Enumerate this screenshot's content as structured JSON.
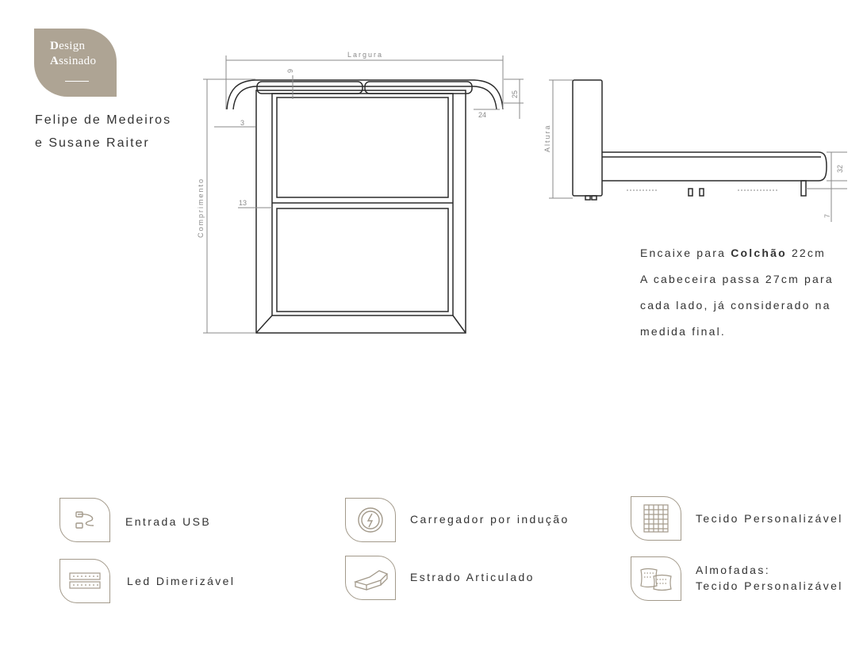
{
  "brand": {
    "line1_initial": "D",
    "line1_rest": "esign",
    "line2_initial": "A",
    "line2_rest": "ssinado"
  },
  "designers": [
    "Felipe de Medeiros",
    "e Susane Raiter"
  ],
  "drawing": {
    "labels": {
      "largura": "Largura",
      "comprimento": "Comprimento",
      "altura": "Altura"
    },
    "dimensions": {
      "d9": "9",
      "d25": "25",
      "d3": "3",
      "d24": "24",
      "d13": "13",
      "d32": "32",
      "d7": "7"
    }
  },
  "notes": {
    "line1_prefix": "Encaixe para ",
    "line1_bold": "Colchão",
    "line1_suffix": " 22cm",
    "line2": "A cabeceira passa 27cm para",
    "line3": "cada lado, já considerado na",
    "line4": "medida  final."
  },
  "features": [
    {
      "icon": "usb-cable-icon",
      "label": "Entrada USB"
    },
    {
      "icon": "wireless-charger-icon",
      "label": "Carregador por indução"
    },
    {
      "icon": "fabric-weave-icon",
      "label": "Tecido Personalizável"
    },
    {
      "icon": "led-strip-icon",
      "label": "Led Dimerizável"
    },
    {
      "icon": "articulated-bed-icon",
      "label": "Estrado Articulado"
    },
    {
      "icon": "pillows-icon",
      "label_line1": "Almofadas:",
      "label_line2": "Tecido Personalizável"
    }
  ],
  "colors": {
    "badge": "#aea494",
    "icon_stroke": "#a39a8b",
    "dimension_line": "#8a8a8a",
    "drawing_line": "#2b2b2b"
  }
}
